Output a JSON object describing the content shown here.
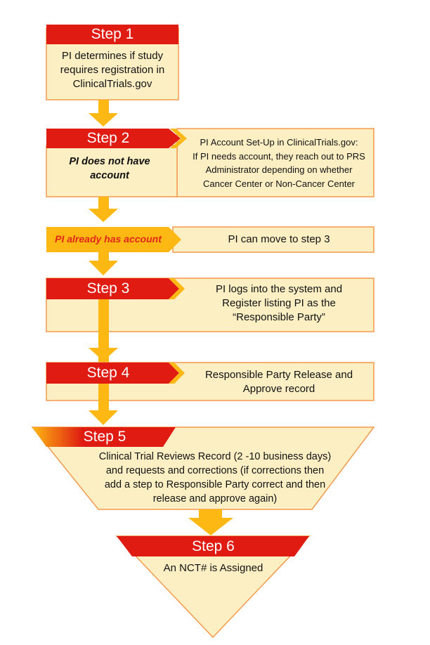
{
  "colors": {
    "header_red": "#df1b12",
    "box_fill": "#fdefc4",
    "box_border": "#f39a4d",
    "arrow_gold": "#fdb813",
    "accent_text_red": "#e3261b"
  },
  "steps": [
    {
      "label": "Step 1",
      "body": "PI determines if study requires registration in ClinicalTrials.gov"
    },
    {
      "label": "Step 2",
      "body": "PI does not have account",
      "side": "PI Account Set-Up in ClinicalTrials.gov: If PI needs account, they reach out to PRS Administrator depending on whether Cancer Center or Non-Cancer Center"
    },
    {
      "label": "PI already has account",
      "side": "PI can move to step 3"
    },
    {
      "label": "Step 3",
      "side": "PI logs into the system and Register listing PI as the “Responsible Party”"
    },
    {
      "label": "Step 4",
      "side": "Responsible Party Release and Approve record"
    },
    {
      "label": "Step 5",
      "body": "Clinical Trial Reviews Record (2 -10 business days) and requests and corrections (if corrections then add a step to Responsible Party correct and then release and approve again)"
    },
    {
      "label": "Step 6",
      "body": "An NCT# is Assigned"
    }
  ],
  "lines": {
    "step1": [
      "PI determines if study",
      "requires registration in",
      "ClinicalTrials.gov"
    ],
    "step2_body": [
      "PI does not have",
      "account"
    ],
    "step2_side": [
      "PI Account Set-Up in ClinicalTrials.gov:",
      "If PI needs account, they reach out to PRS",
      "Administrator depending on whether",
      "Cancer Center or Non-Cancer Center"
    ],
    "step3_side": [
      "PI logs into the system and",
      "Register listing PI as the",
      "“Responsible Party”"
    ],
    "step4_side": [
      "Responsible Party Release and",
      "Approve record"
    ],
    "step5": [
      "Clinical Trial Reviews Record (2 -10 business days)",
      "and requests and corrections (if corrections then",
      "add a step to Responsible Party correct and then",
      "release and approve again)"
    ]
  }
}
